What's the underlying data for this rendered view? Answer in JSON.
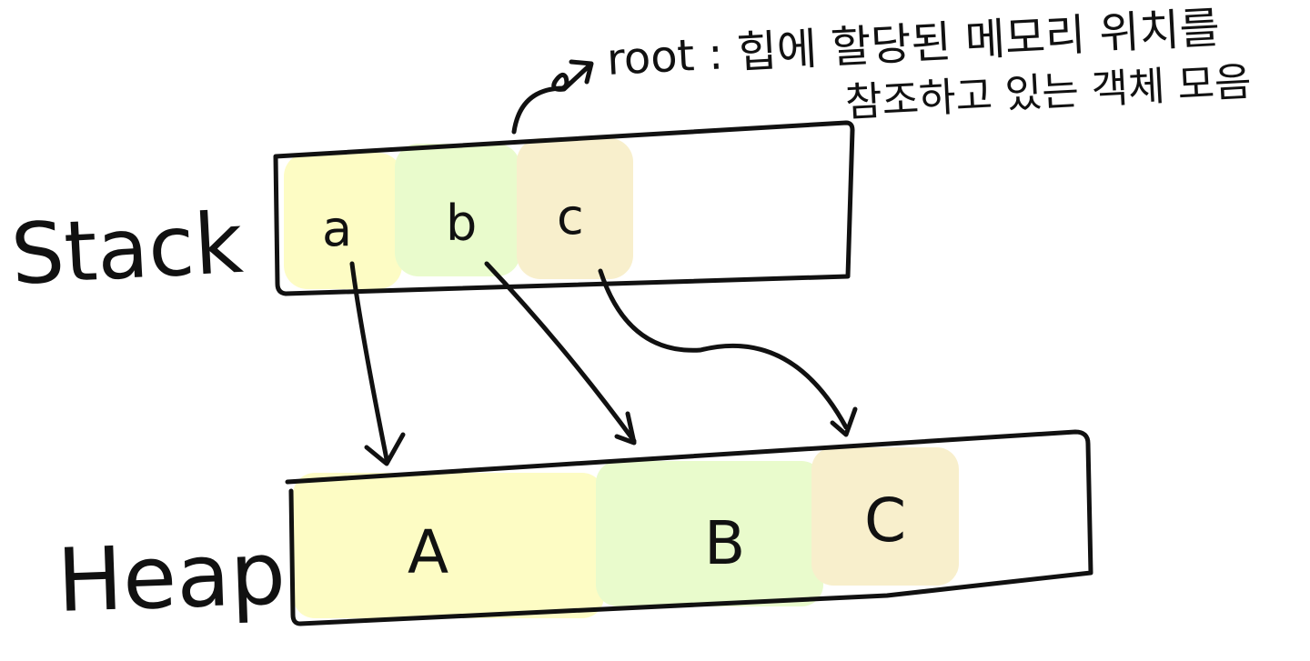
{
  "labels": {
    "stack": "Stack",
    "heap": "Heap",
    "root_line1": "root : 힙에 할당된 메모리 위치를",
    "root_line2": "참조하고 있는 객체 모음"
  },
  "stack": {
    "cells": [
      {
        "label": "a",
        "color": "#fdfcc4"
      },
      {
        "label": "b",
        "color": "#e9fbcc"
      },
      {
        "label": "c",
        "color": "#f8efcc"
      }
    ]
  },
  "heap": {
    "cells": [
      {
        "label": "A",
        "color": "#fdfcc4"
      },
      {
        "label": "B",
        "color": "#e9fbcc"
      },
      {
        "label": "C",
        "color": "#f8efcc"
      }
    ]
  }
}
